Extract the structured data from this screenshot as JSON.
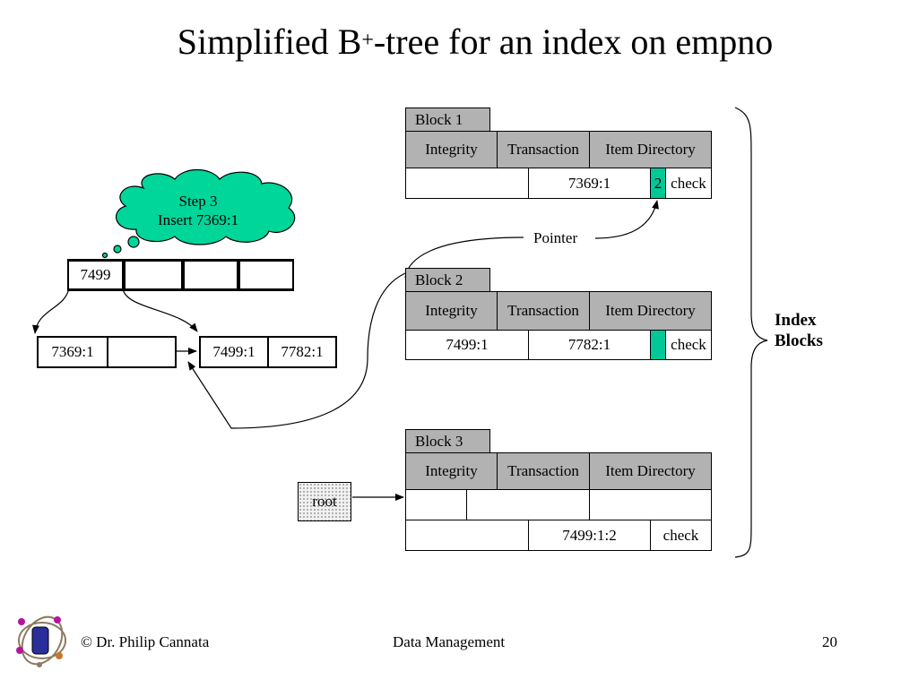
{
  "title": {
    "main": "Simplified B",
    "sup": "+",
    "rest": "-tree for an index on empno"
  },
  "cloud": {
    "line1": "Step 3",
    "line2": "Insert 7369:1"
  },
  "tree": {
    "root_node": [
      "7499",
      "",
      "",
      ""
    ],
    "left_leaf": [
      "7369:1",
      ""
    ],
    "right_leaf": [
      "7499:1",
      "7782:1"
    ]
  },
  "root_label": "root",
  "pointer_label": "Pointer",
  "index_label": {
    "line1": "Index",
    "line2": "Blocks"
  },
  "header_cols": [
    "Integrity",
    "Transaction",
    "Item Directory"
  ],
  "blocks": [
    {
      "name": "Block 1",
      "row": [
        "",
        "7369:1",
        "2",
        "check"
      ]
    },
    {
      "name": "Block 2",
      "row": [
        "7499:1",
        "7782:1",
        "",
        "check"
      ]
    },
    {
      "name": "Block 3",
      "row1": [
        "",
        "",
        ""
      ],
      "row2": [
        "",
        "7499:1:2",
        "check"
      ]
    }
  ],
  "colors": {
    "teal": "#00c896",
    "gray": "#b2b2b2"
  },
  "footer": {
    "left": "© Dr. Philip Cannata",
    "center": "Data Management",
    "page": "20"
  }
}
